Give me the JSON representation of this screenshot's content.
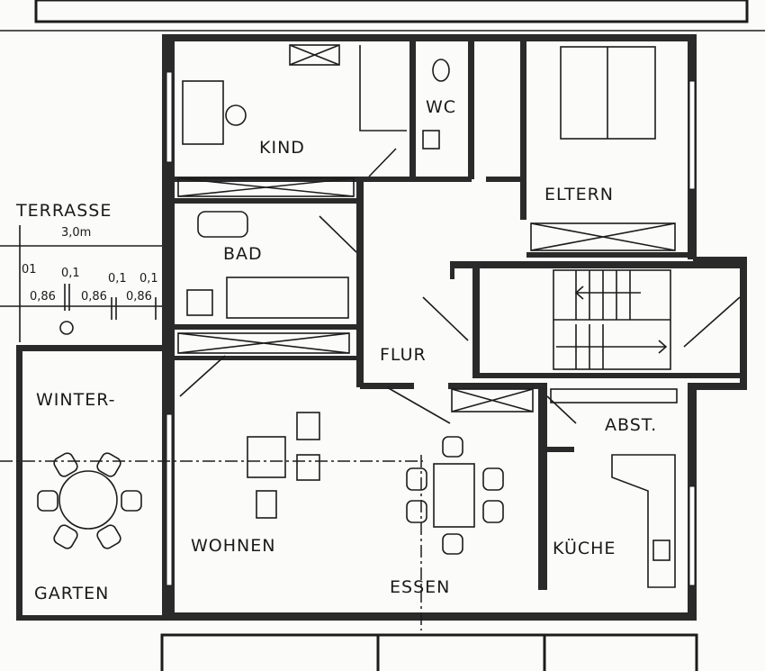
{
  "rooms": {
    "kind": "KIND",
    "wc": "WC",
    "eltern": "ELTERN",
    "bad": "BAD",
    "flur": "FLUR",
    "winter": "WINTER-",
    "garten": "GARTEN",
    "wohnen": "WOHNEN",
    "essen": "ESSEN",
    "kueche": "KÜCHE",
    "abst": "ABST."
  },
  "terrace": {
    "label": "TERRASSE",
    "width": "3,0m",
    "dims": [
      "01",
      "0,1",
      "0,1",
      "0,1"
    ],
    "widths": [
      "0,86",
      "0,86",
      "0,86"
    ]
  },
  "colors": {
    "ink": "#1c1c1c",
    "paper": "#fbfbf9"
  }
}
